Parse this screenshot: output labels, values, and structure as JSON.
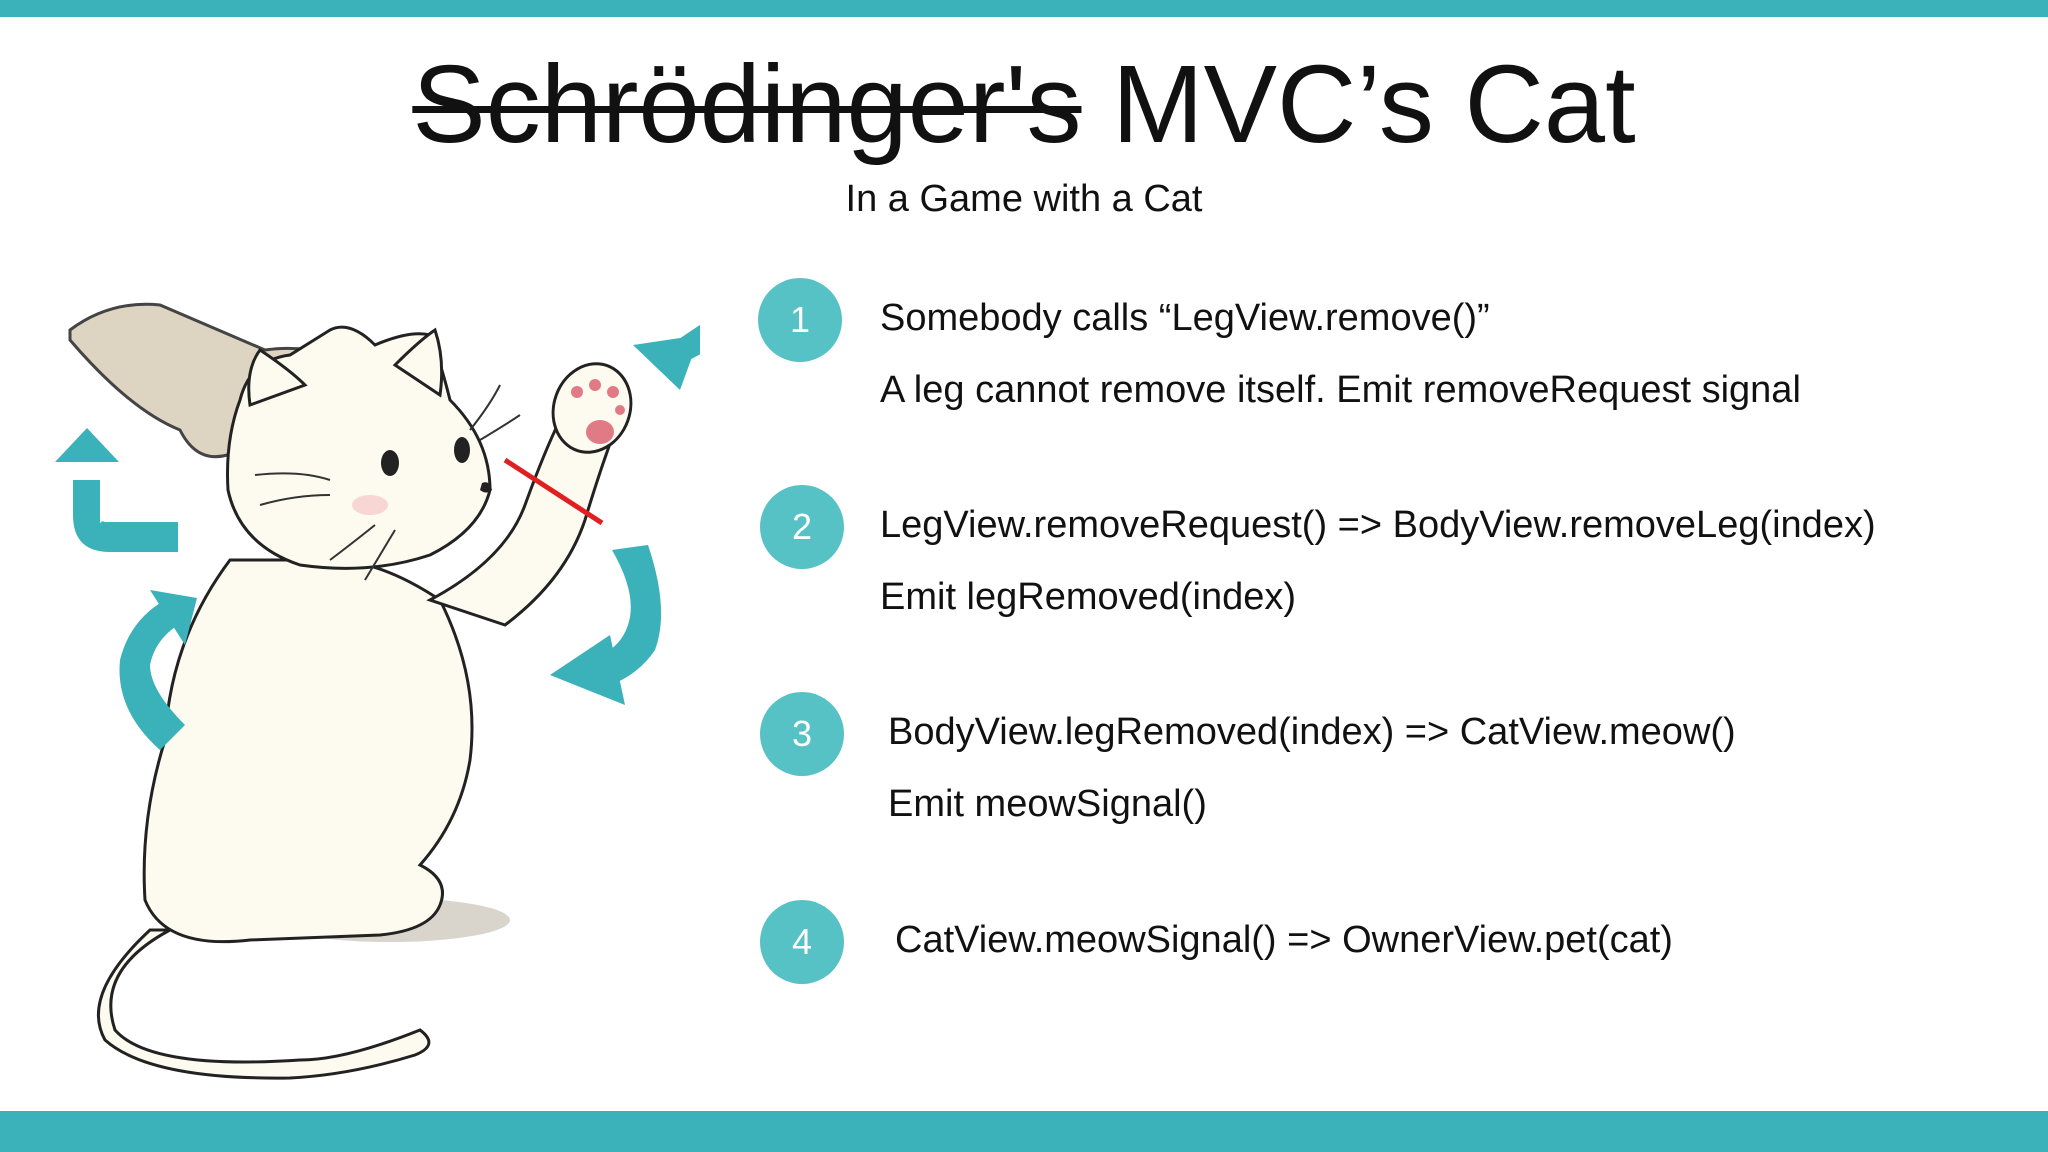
{
  "slide": {
    "title_struck": "Schrödinger's",
    "title_rest": " MVC’s Cat",
    "subtitle": "In a Game with a Cat",
    "accent_color": "#3bb1b9",
    "badge_color": "#56c2c6",
    "cut_line_color": "#e02020"
  },
  "illustration": {
    "subject": "cartoon white cat raising a paw toward a hand",
    "icons": [
      "arrow-pointing-to-paw-icon",
      "curved-arrow-down-icon",
      "curved-arrow-up-icon",
      "bent-arrow-up-icon"
    ]
  },
  "steps": [
    {
      "number": "1",
      "line1": "Somebody calls “LegView.remove()”",
      "line2": "A leg cannot remove itself. Emit removeRequest signal"
    },
    {
      "number": "2",
      "line1": "LegView.removeRequest() => BodyView.removeLeg(index)",
      "line2": "Emit legRemoved(index)"
    },
    {
      "number": "3",
      "line1": "BodyView.legRemoved(index) => CatView.meow()",
      "line2": "Emit meowSignal()"
    },
    {
      "number": "4",
      "line1": "CatView.meowSignal() => OwnerView.pet(cat)"
    }
  ]
}
